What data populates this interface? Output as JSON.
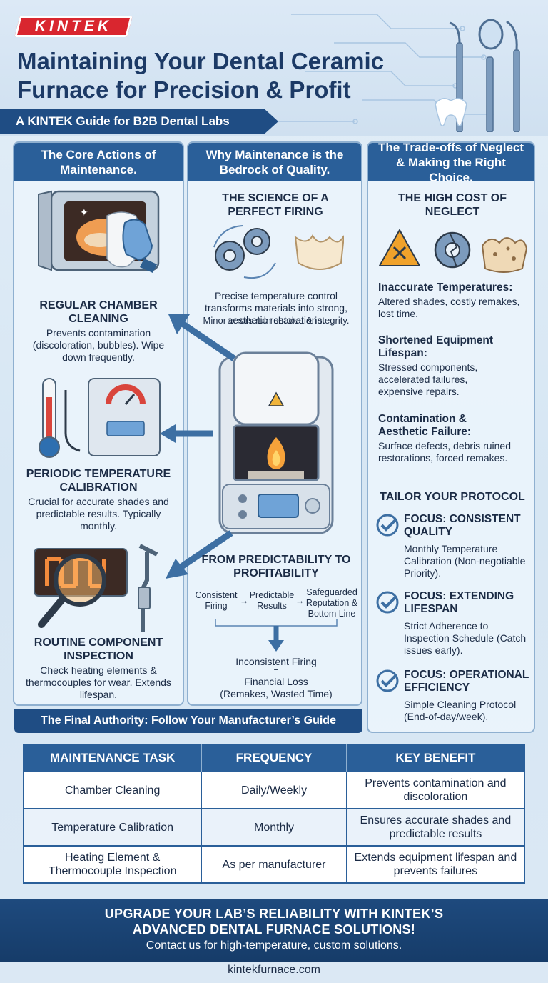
{
  "brand": {
    "logo_text": "KINTEK",
    "accent": "#d9262f",
    "primary": "#1f4d84"
  },
  "header": {
    "title": "Maintaining Your Dental Ceramic Furnace for Precision & Profit",
    "subtitle": "A KINTEK Guide for B2B Dental Labs"
  },
  "col1": {
    "heading": "The Core Actions of Maintenance.",
    "items": [
      {
        "title": "REGULAR CHAMBER CLEANING",
        "text": "Prevents contamination (discoloration, bubbles). Wipe down frequently.",
        "icon": "chamber-cleaning-icon"
      },
      {
        "title": "PERIODIC TEMPERATURE CALIBRATION",
        "text": "Crucial for accurate shades and predictable results. Typically monthly.",
        "icon": "thermometer-gauge-icon"
      },
      {
        "title": "ROUTINE COMPONENT INSPECTION",
        "text": "Check heating elements & thermocouples for wear. Extends lifespan.",
        "icon": "magnifier-element-icon"
      }
    ]
  },
  "col2": {
    "heading": "Why Maintenance is the Bedrock of Quality.",
    "science_title": "THE SCIENCE OF A PERFECT FIRING",
    "science_text": "Precise temperature control transforms materials into strong, aesthetic restorations.",
    "science_note": "Minor errors ruin shades & integrity.",
    "profit_title": "FROM PREDICTABILITY TO PROFITABILITY",
    "flow": [
      "Consistent Firing",
      "Predictable Results",
      "Safeguarded Reputation & Bottom Line"
    ],
    "arrow_glyph": "→",
    "loss_line1": "Inconsistent Firing",
    "loss_eq": "=",
    "loss_line2": "Financial Loss",
    "loss_line3": "(Remakes, Wasted Time)"
  },
  "final_authority": "The Final Authority: Follow Your Manufacturer’s Guide",
  "col3": {
    "heading": "The Trade-offs of Neglect & Making the Right Choice.",
    "neglect_title": "THE HIGH COST OF NEGLECT",
    "neglect_items": [
      {
        "title": "Inaccurate Temperatures:",
        "text": "Altered shades, costly remakes, lost time."
      },
      {
        "title": "Shortened Equipment Lifespan:",
        "text": "Stressed components, accelerated failures, expensive repairs."
      },
      {
        "title": "Contamination & Aesthetic Failure:",
        "text": "Surface defects, debris ruined restorations, forced remakes."
      }
    ],
    "protocol_title": "TAILOR YOUR PROTOCOL",
    "focus_items": [
      {
        "title": "FOCUS: CONSISTENT QUALITY",
        "text": "Monthly Temperature Calibration (Non-negotiable Priority)."
      },
      {
        "title": "FOCUS: EXTENDING LIFESPAN",
        "text": "Strict Adherence to Inspection Schedule (Catch issues early)."
      },
      {
        "title": "FOCUS: OPERATIONAL EFFICIENCY",
        "text": "Simple Cleaning Protocol (End-of-day/week)."
      }
    ]
  },
  "table": {
    "headers": [
      "MAINTENANCE TASK",
      "FREQUENCY",
      "KEY BENEFIT"
    ],
    "rows": [
      [
        "Chamber Cleaning",
        "Daily/Weekly",
        "Prevents contamination and discoloration"
      ],
      [
        "Temperature Calibration",
        "Monthly",
        "Ensures accurate shades and predictable results"
      ],
      [
        "Heating Element & Thermocouple Inspection",
        "As per manufacturer",
        "Extends equipment lifespan and prevents failures"
      ]
    ]
  },
  "footer": {
    "cta_line1": "UPGRADE YOUR LAB’S RELIABILITY WITH KINTEK’S",
    "cta_line2": "ADVANCED DENTAL FURNACE SOLUTIONS!",
    "contact": "Contact us for high-temperature, custom solutions.",
    "website": "kintekfurnace.com"
  }
}
